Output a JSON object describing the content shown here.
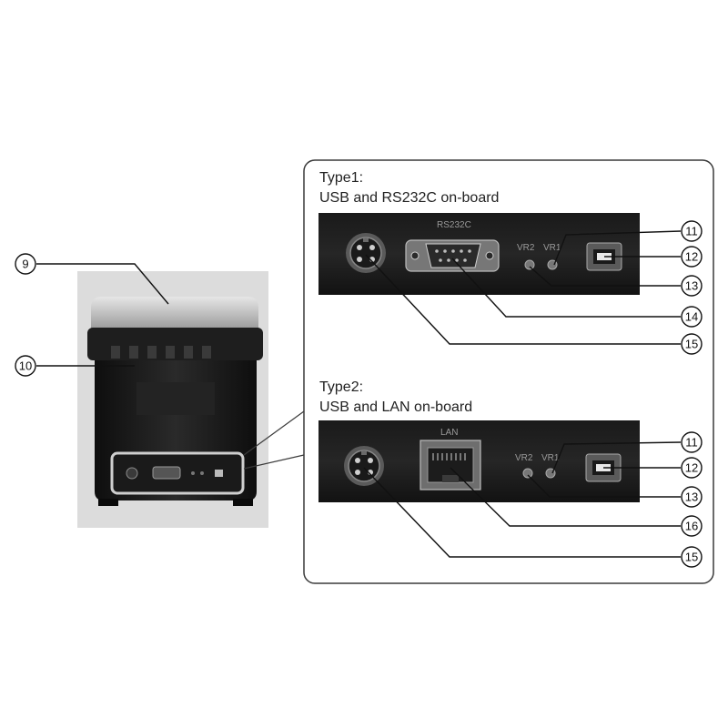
{
  "type1": {
    "title": "Type1:",
    "subtitle": "USB and RS232C on-board",
    "labels": {
      "rs232c": "RS232C",
      "vr2": "VR2",
      "vr1": "VR1"
    }
  },
  "type2": {
    "title": "Type2:",
    "subtitle": "USB and LAN on-board",
    "labels": {
      "lan": "LAN",
      "vr2": "VR2",
      "vr1": "VR1"
    }
  },
  "callouts": {
    "c9": "9",
    "c10": "10",
    "t1_11": "11",
    "t1_12": "12",
    "t1_13": "13",
    "t1_14": "14",
    "t1_15": "15",
    "t2_11": "11",
    "t2_12": "12",
    "t2_13": "13",
    "t2_16": "16",
    "t2_15": "15"
  },
  "colors": {
    "panel_border": "#3a3a3a",
    "printer_body": "#1c1c1c",
    "printer_cover": "#c9c9c9",
    "background_photo": "#dadada"
  }
}
